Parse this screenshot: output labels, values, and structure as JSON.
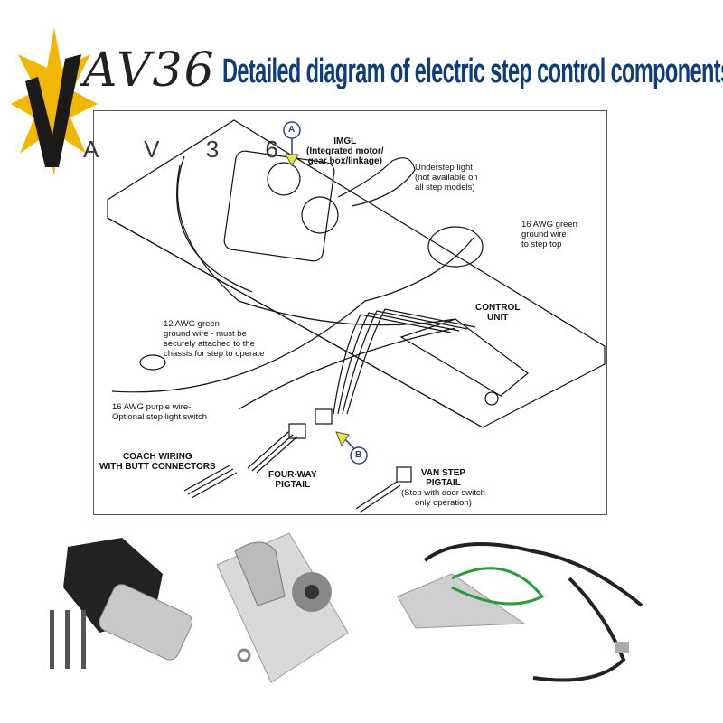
{
  "logo": {
    "mark": "V",
    "main": "AV36",
    "sub": "A V 3 6"
  },
  "title": "Detailed diagram of electric step control components",
  "diagram": {
    "callout_a": "A",
    "callout_b": "B",
    "imgl": [
      "IMGL",
      "(Integrated motor/",
      "gear box/linkage)"
    ],
    "understep_light": [
      "Understep light",
      "(not available on",
      "all step models)"
    ],
    "green_16awg": [
      "16 AWG green",
      "ground wire",
      "to step top"
    ],
    "control_unit": [
      "CONTROL",
      "UNIT"
    ],
    "green_12awg": [
      "12 AWG green",
      "ground wire - must be",
      "securely attached to the",
      "chassis for step to operate"
    ],
    "purple_16awg": [
      "16 AWG purple wire-",
      "Optional step light switch"
    ],
    "coach_wiring": [
      "COACH WIRING",
      "WITH BUTT CONNECTORS"
    ],
    "four_way": [
      "FOUR-WAY",
      "PIGTAIL"
    ],
    "van_step": [
      "VAN STEP",
      "PIGTAIL",
      "(Step with door switch",
      "only operation)"
    ]
  },
  "colors": {
    "title": "#0d3d7a",
    "logo_burst": "#f2b705",
    "callout": "#2a3f8f",
    "arrow": "#e8e83a"
  }
}
